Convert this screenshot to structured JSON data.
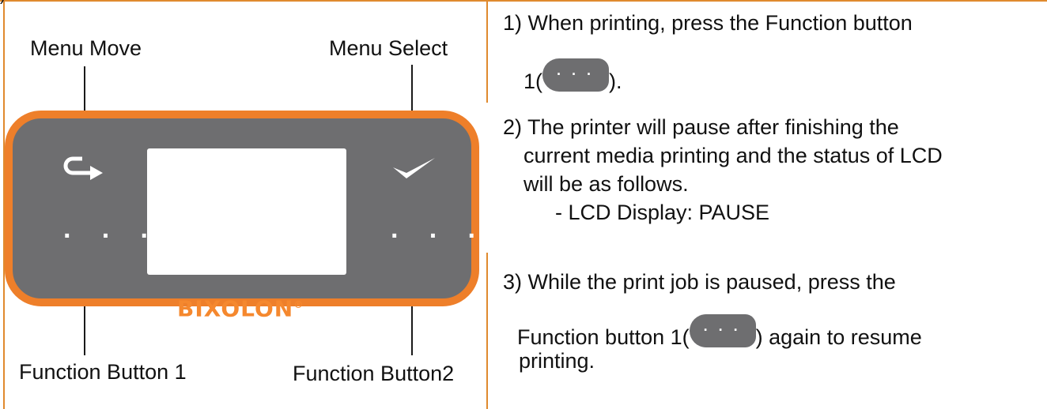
{
  "corner_mark": ")",
  "diagram": {
    "labels": {
      "menu_move": "Menu Move",
      "menu_select": "Menu Select",
      "function_button_1": "Function Button 1",
      "function_button_2": "Function Button2"
    },
    "panel": {
      "dots_left": "· · ·",
      "dots_right": "· · ·",
      "brand": "BIXOLON",
      "brand_mark": "®"
    },
    "icons": [
      "return-arrow-icon",
      "checkmark-icon"
    ]
  },
  "steps": {
    "s1_line1": "1) When printing, press the Function button",
    "s1_line2_prefix": "1(",
    "s1_line2_suffix": ").",
    "s2_line1": "2) The printer will pause after finishing the",
    "s2_line2": "current media printing and the status of LCD",
    "s2_line3": "will be as follows.",
    "s2_line4": "- LCD Display: PAUSE",
    "s3_line1": "3) While the print job is paused, press the",
    "s3_line2_prefix": "Function button 1(",
    "s3_line2_suffix": ") again to resume",
    "s3_line3": "printing."
  },
  "button_icon_dots": "· · ·",
  "colors": {
    "frame_orange": "#e08a2e",
    "panel_orange": "#ee7f2a",
    "panel_gray": "#6e6e70",
    "brand_orange": "#f5882e"
  }
}
